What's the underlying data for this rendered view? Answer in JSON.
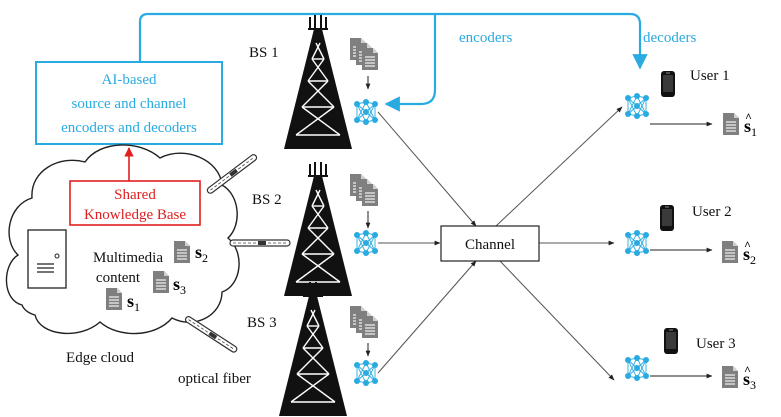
{
  "colors": {
    "ai_blue": "#29abe2",
    "knowledge_red": "#e02020",
    "doc_gray": "#7f7f7f",
    "tower_black": "#111111"
  },
  "labels": {
    "encoders": "encoders",
    "decoders": "decoders",
    "ai_box": [
      "AI-based",
      "source and channel",
      "encoders and decoders"
    ],
    "knowledge_base": [
      "Shared",
      "Knowledge Base"
    ],
    "multimedia": [
      "Multimedia",
      "content"
    ],
    "edge_cloud": "Edge cloud",
    "optical_fiber": "optical fiber",
    "channel": "Channel",
    "bs1": "BS 1",
    "bs2": "BS 2",
    "bs3": "BS 3",
    "user1": "User 1",
    "user2": "User 2",
    "user3": "User 3",
    "s": "s",
    "sub1": "1",
    "sub2": "2",
    "sub3": "3"
  },
  "icons": {
    "tower": "cell-tower-icon",
    "neural_net": "neural-network-icon",
    "document": "document-icon",
    "phone": "smartphone-icon",
    "server": "server-icon"
  }
}
